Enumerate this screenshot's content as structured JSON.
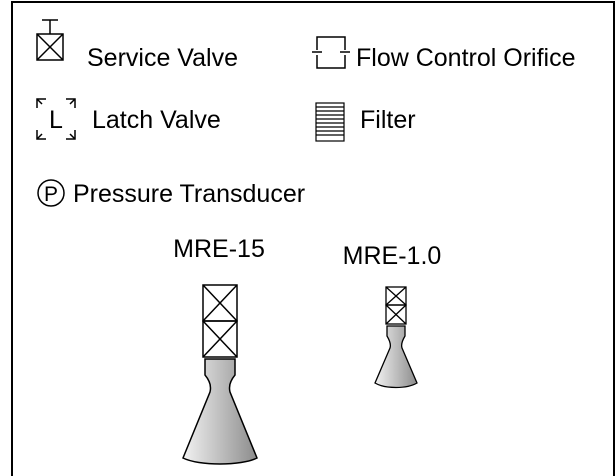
{
  "legend": {
    "service_valve": "Service Valve",
    "flow_control_orifice": "Flow Control Orifice",
    "latch_valve": "Latch Valve",
    "latch_symbol": "L",
    "filter": "Filter",
    "pressure_symbol": "P",
    "pressure_transducer": "Pressure Transducer"
  },
  "thrusters": [
    {
      "label": "MRE-15"
    },
    {
      "label": "MRE-1.0"
    }
  ],
  "colors": {
    "stroke": "#000000",
    "nozzle_light": "#f2f2f2",
    "nozzle_dark": "#8c8c8c"
  }
}
